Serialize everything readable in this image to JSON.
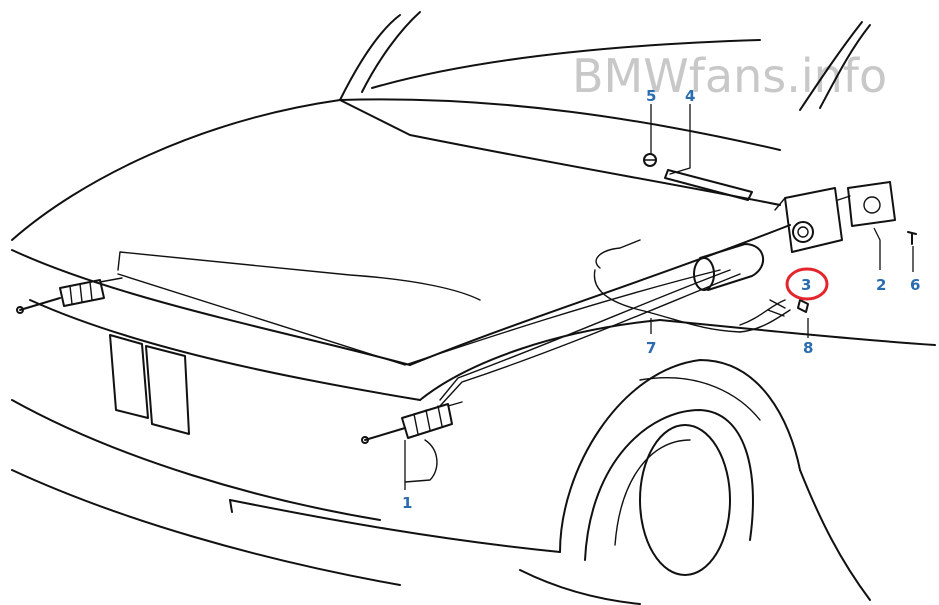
{
  "watermark": "BMWfans.info",
  "colors": {
    "label": "#2b6cb0",
    "highlight": "#e3262b",
    "line": "#111111",
    "watermark": "#c8c8c8"
  },
  "callouts": [
    {
      "id": "1",
      "text": "1"
    },
    {
      "id": "2",
      "text": "2"
    },
    {
      "id": "3",
      "text": "3",
      "highlighted": true
    },
    {
      "id": "4",
      "text": "4"
    },
    {
      "id": "5",
      "text": "5"
    },
    {
      "id": "6",
      "text": "6"
    },
    {
      "id": "7",
      "text": "7"
    },
    {
      "id": "8",
      "text": "8"
    }
  ]
}
